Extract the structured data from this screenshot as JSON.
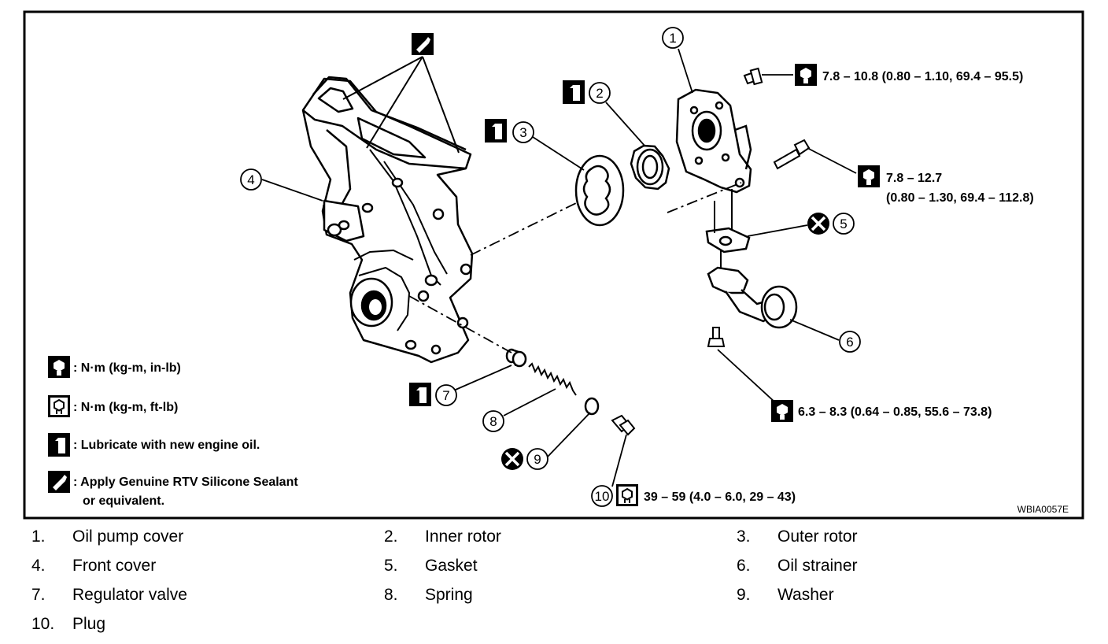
{
  "diagram": {
    "callouts": [
      "1",
      "2",
      "3",
      "4",
      "5",
      "6",
      "7",
      "8",
      "9",
      "10"
    ],
    "torque_specs": {
      "bolt_1": "7.8 – 10.8 (0.80 – 1.10, 69.4 – 95.5)",
      "bolt_2_line1": "7.8 – 12.7",
      "bolt_2_line2": "(0.80 – 1.30, 69.4 – 112.8)",
      "strainer_bolt": "6.3 – 8.3 (0.64 – 0.85, 55.6 – 73.8)",
      "plug": "39 – 59 (4.0 – 6.0, 29 – 43)"
    },
    "legend": {
      "nm_inlb": ": N·m (kg-m, in-lb)",
      "nm_ftlb": ": N·m (kg-m, ft-lb)",
      "lubricate": ": Lubricate with new engine oil.",
      "sealant_line1": ": Apply Genuine RTV Silicone Sealant",
      "sealant_line2": "or equivalent."
    },
    "code": "WBIA0057E",
    "icons": [
      "torque-wrench-icon",
      "lubricate-oil-icon",
      "sealant-tube-icon",
      "do-not-reuse-icon"
    ]
  },
  "parts": [
    {
      "num": "1.",
      "name": "Oil pump cover"
    },
    {
      "num": "2.",
      "name": "Inner rotor"
    },
    {
      "num": "3.",
      "name": "Outer rotor"
    },
    {
      "num": "4.",
      "name": "Front cover"
    },
    {
      "num": "5.",
      "name": "Gasket"
    },
    {
      "num": "6.",
      "name": "Oil strainer"
    },
    {
      "num": "7.",
      "name": "Regulator valve"
    },
    {
      "num": "8.",
      "name": "Spring"
    },
    {
      "num": "9.",
      "name": "Washer"
    },
    {
      "num": "10.",
      "name": "Plug"
    }
  ]
}
